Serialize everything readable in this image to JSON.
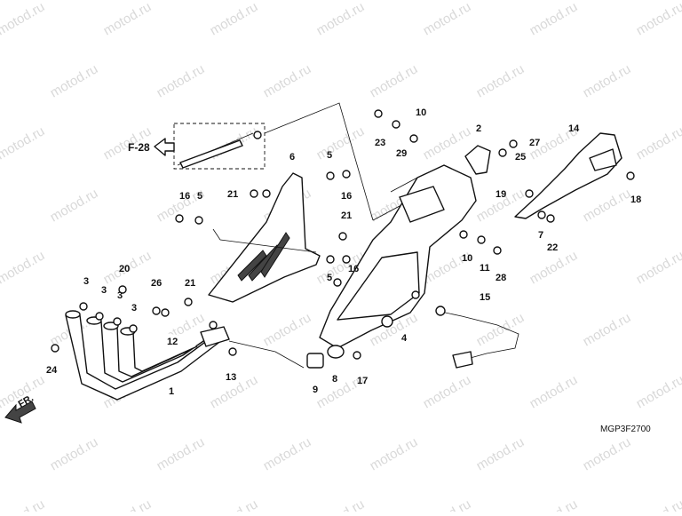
{
  "diagram": {
    "code": "MGP3F2700",
    "ref_label": "F-28",
    "direction_label": "FR.",
    "watermark": "motod.ru",
    "callouts": [
      {
        "n": "1"
      },
      {
        "n": "2"
      },
      {
        "n": "3"
      },
      {
        "n": "3"
      },
      {
        "n": "3"
      },
      {
        "n": "3"
      },
      {
        "n": "4"
      },
      {
        "n": "5"
      },
      {
        "n": "5"
      },
      {
        "n": "5"
      },
      {
        "n": "6"
      },
      {
        "n": "7"
      },
      {
        "n": "8"
      },
      {
        "n": "9"
      },
      {
        "n": "10"
      },
      {
        "n": "10"
      },
      {
        "n": "11"
      },
      {
        "n": "12"
      },
      {
        "n": "13"
      },
      {
        "n": "14"
      },
      {
        "n": "15"
      },
      {
        "n": "16"
      },
      {
        "n": "16"
      },
      {
        "n": "16"
      },
      {
        "n": "17"
      },
      {
        "n": "18"
      },
      {
        "n": "19"
      },
      {
        "n": "20"
      },
      {
        "n": "21"
      },
      {
        "n": "21"
      },
      {
        "n": "21"
      },
      {
        "n": "22"
      },
      {
        "n": "23"
      },
      {
        "n": "24"
      },
      {
        "n": "25"
      },
      {
        "n": "26"
      },
      {
        "n": "27"
      },
      {
        "n": "28"
      },
      {
        "n": "29"
      }
    ]
  }
}
